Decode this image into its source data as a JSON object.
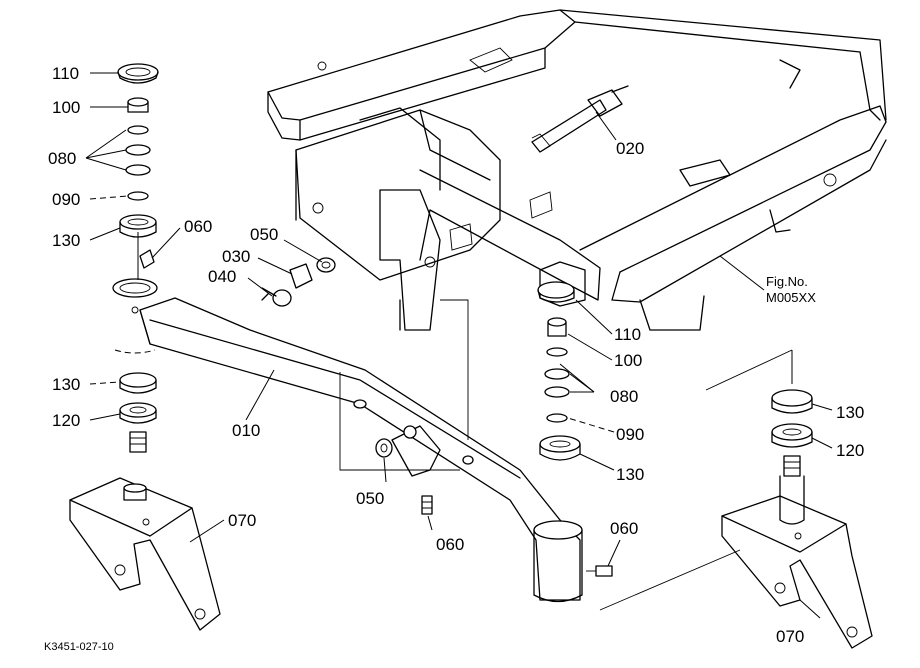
{
  "figure": {
    "fig_no_label": "Fig.No.",
    "fig_no_value": "M005XX",
    "drawing_code": "K3451-027-10"
  },
  "callouts": {
    "c110_left": "110",
    "c100_left": "100",
    "c080_left": "080",
    "c090_left": "090",
    "c130_left_top": "130",
    "c060_top": "060",
    "c050_top": "050",
    "c030": "030",
    "c040": "040",
    "c130_left_bottom": "130",
    "c120_left": "120",
    "c010": "010",
    "c070_left": "070",
    "c020": "020",
    "c110_right": "110",
    "c100_right": "100",
    "c080_right": "080",
    "c090_right": "090",
    "c130_right_mid": "130",
    "c050_bottom": "050",
    "c060_bottom": "060",
    "c060_right": "060",
    "c130_far_right": "130",
    "c120_far_right": "120",
    "c070_right": "070"
  }
}
